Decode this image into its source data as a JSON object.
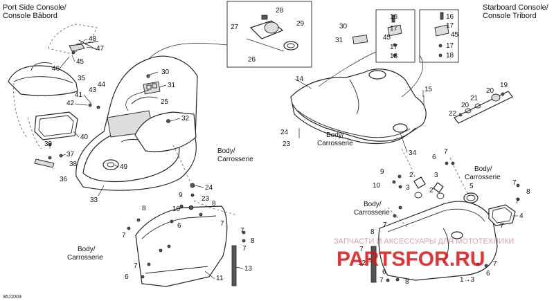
{
  "headers": {
    "port_line1": "Port Side Console/",
    "port_line2": "Console Bâbord",
    "starboard_line1": "Starboard Console/",
    "starboard_line2": "Console Tribord"
  },
  "body_label": {
    "line1": "Body/",
    "line2": "Carrosserie"
  },
  "callouts": {
    "c1": "1",
    "c1arrow": "1→3",
    "c2": "2",
    "c3": "3",
    "c4": "4",
    "c5": "5",
    "c6": "6",
    "c7": "7",
    "c8": "8",
    "c9": "9",
    "c10": "10",
    "c11": "11",
    "c12": "12",
    "c13": "13",
    "c14": "14",
    "c15": "15",
    "c16": "16",
    "c17": "17",
    "c18": "18",
    "c19": "19",
    "c20": "20",
    "c21": "21",
    "c22": "22",
    "c23": "23",
    "c24": "24",
    "c25": "25",
    "c26": "26",
    "c27": "27",
    "c28": "28",
    "c29": "29",
    "c30": "30",
    "c31": "31",
    "c32": "32",
    "c33": "33",
    "c34": "34",
    "c35": "35",
    "c36": "36",
    "c37": "37",
    "c38": "38",
    "c39": "39",
    "c40": "40",
    "c41": "41",
    "c42": "42",
    "c43": "43",
    "c44": "44",
    "c45": "45",
    "c46": "46",
    "c47": "47",
    "c48": "48",
    "c49": "49"
  },
  "diagram_code": "36J1003",
  "watermark": {
    "line1": "ЗАПЧАСТИ И АКСЕССУАРЫ ДЛЯ МОТОТЕХНИКИ",
    "line2": "PARTSFOR.RU"
  }
}
